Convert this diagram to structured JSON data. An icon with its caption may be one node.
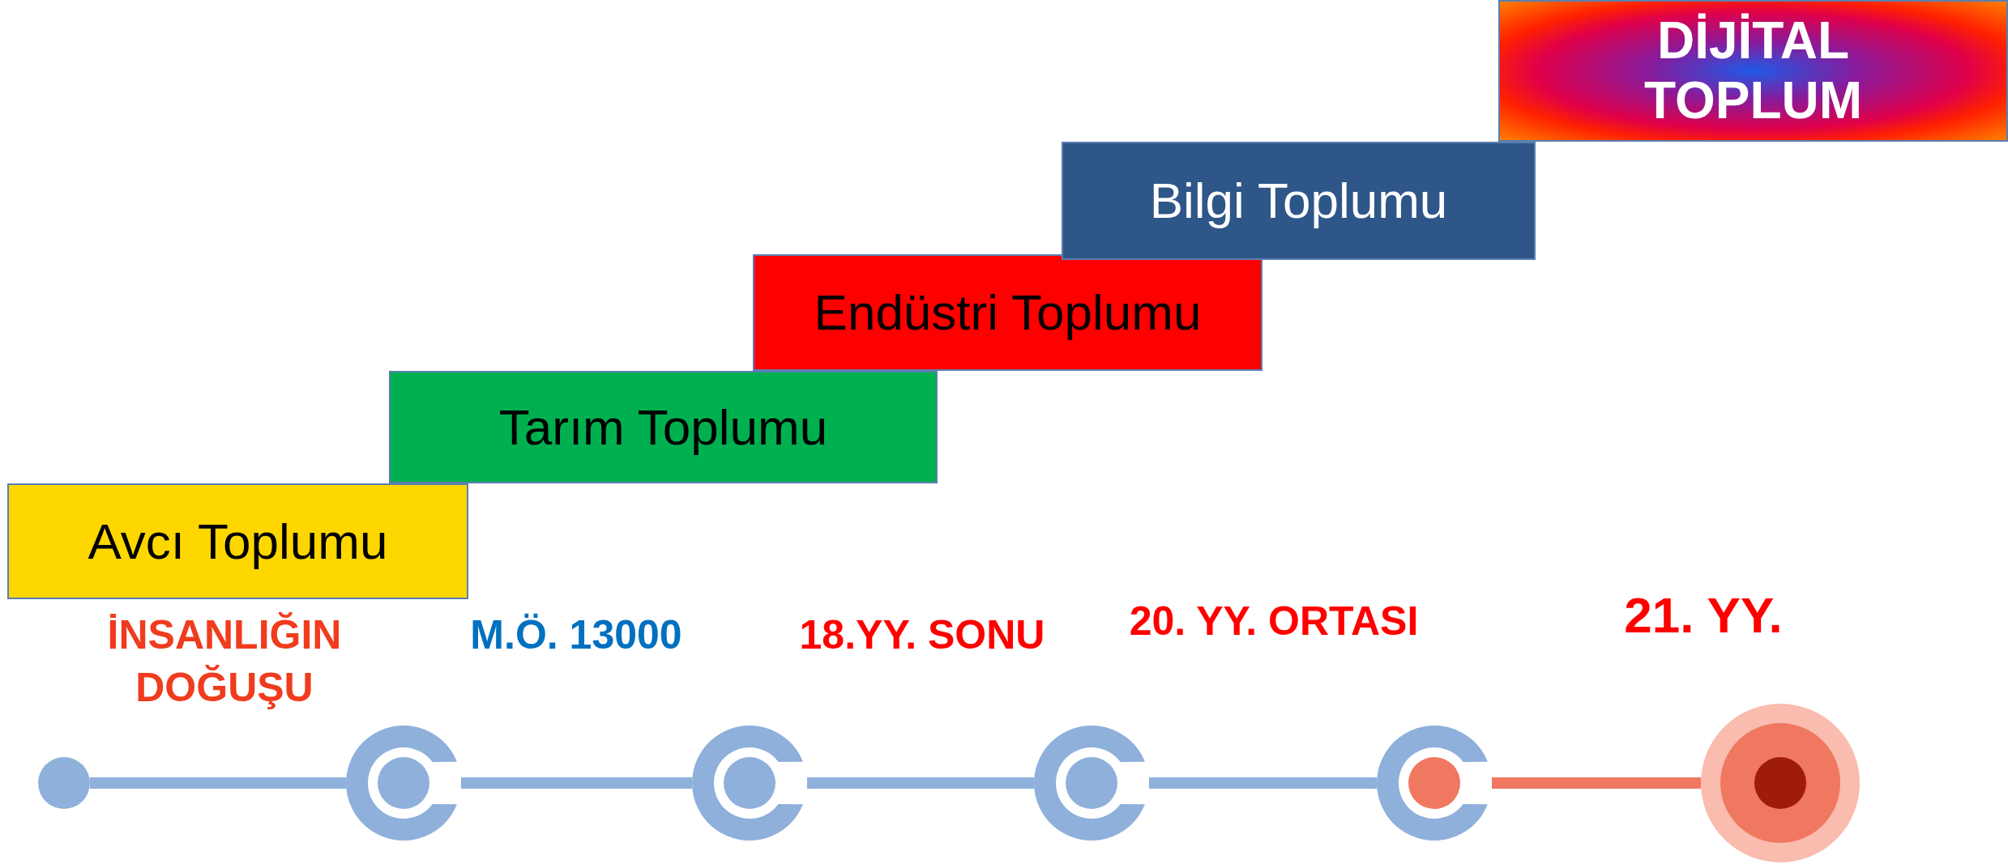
{
  "diagram": {
    "nodes": [
      {
        "text": [
          "Avcı Toplumu"
        ]
      },
      {
        "text": [
          "Tarım Toplumu"
        ]
      },
      {
        "text": [
          "Endüstri Toplumu"
        ]
      },
      {
        "text": [
          "Bilgi Toplumu"
        ]
      },
      {
        "text": [
          "DİJİTAL TOPLUM"
        ]
      },
      {
        "text": [],
        "shape": "circle"
      },
      {
        "text": [],
        "shape": "circle"
      },
      {
        "text": [],
        "shape": "circle"
      },
      {
        "text": [],
        "shape": "circle"
      },
      {
        "text": [],
        "shape": "circle"
      },
      {
        "text": [],
        "shape": "circle"
      }
    ],
    "edges": [
      {
        "from": 5,
        "to": 6,
        "arrow": "none"
      },
      {
        "from": 6,
        "to": 7,
        "arrow": "none"
      },
      {
        "from": 7,
        "to": 8,
        "arrow": "none"
      },
      {
        "from": 8,
        "to": 9,
        "arrow": "none"
      },
      {
        "from": 9,
        "to": 10,
        "arrow": "none",
        "color": "#f07860"
      }
    ],
    "labels": [
      "İNSANLIĞIN DOĞUŞU",
      "M.Ö. 13000",
      "18.YY. SONU",
      "20. YY. ORTASI",
      "21. YY."
    ]
  }
}
